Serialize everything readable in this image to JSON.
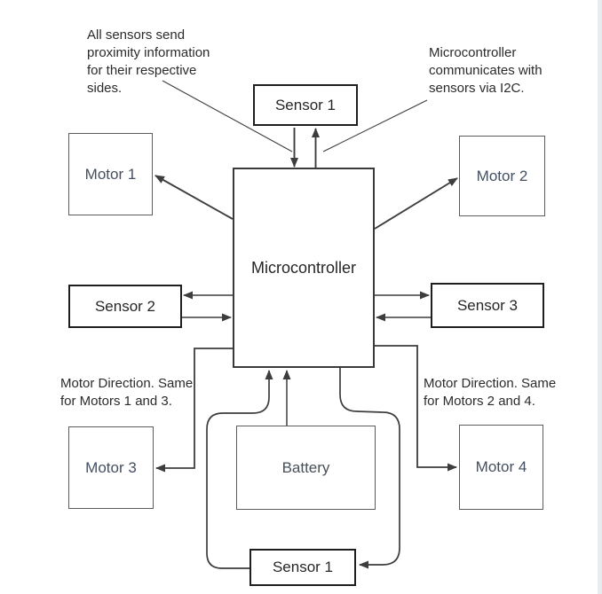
{
  "diagram": {
    "nodes": {
      "sensor1_top": "Sensor 1",
      "motor1": "Motor 1",
      "motor2": "Motor 2",
      "microcontroller": "Microcontroller",
      "sensor2": "Sensor 2",
      "sensor3": "Sensor 3",
      "motor3": "Motor 3",
      "motor4": "Motor 4",
      "battery": "Battery",
      "sensor1_bottom": "Sensor 1"
    },
    "annotations": {
      "sensors_note": {
        "lines": [
          "All sensors send",
          "proximity information",
          "for their respective",
          "sides."
        ]
      },
      "i2c_note": {
        "lines": [
          "Microcontroller",
          "communicates with",
          "sensors via I2C."
        ]
      },
      "motor_dir_left": {
        "lines": [
          "Motor Direction. Same",
          "for Motors 1 and 3."
        ]
      },
      "motor_dir_right": {
        "lines": [
          "Motor Direction. Same",
          "for Motors 2 and 4."
        ]
      }
    },
    "colors": {
      "line": "#3d3d3d",
      "sensor_border": "#1f1f1f",
      "motor_border": "#5c5c5c",
      "micro_border": "#3a3a3a",
      "motor_text": "#445061",
      "text": "#262626"
    }
  }
}
